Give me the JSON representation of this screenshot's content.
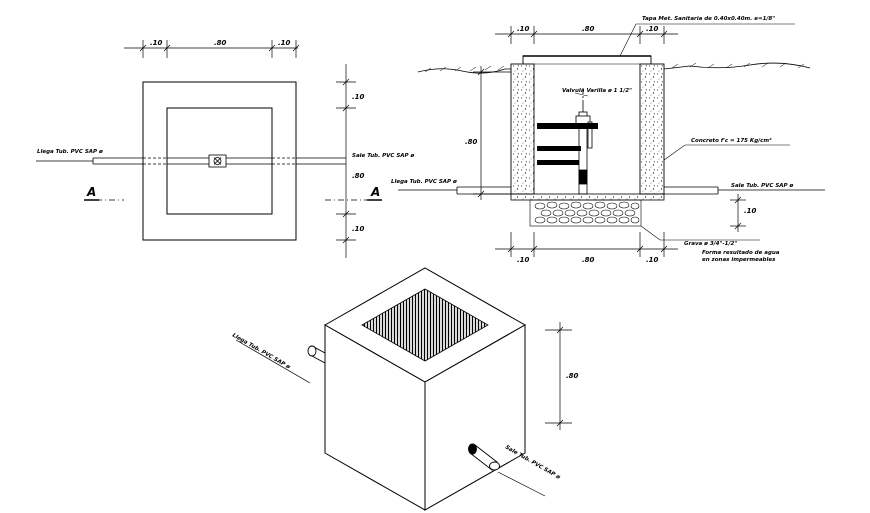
{
  "plan_view": {
    "dim_top": [
      ".10",
      ".80",
      ".10"
    ],
    "dim_right": [
      ".10",
      ".80",
      ".10"
    ],
    "inlet_label": "Llega Tub. PVC SAP ø",
    "outlet_label": "Sale Tub. PVC SAP ø",
    "section_mark_left": "A",
    "section_mark_right": "A"
  },
  "section_view": {
    "dim_top": [
      ".10",
      ".80",
      ".10"
    ],
    "dim_bottom": [
      ".10",
      ".80",
      ".10"
    ],
    "dim_height": ".80",
    "dim_base": ".10",
    "cover_label": "Tapa Met. Sanitaria de 0.40x0.40m. e=1/8\"",
    "valve_label": "Valvula Varilla ø 1 1/2\"",
    "concrete_label": "Concreto f'c = 175 Kg/cm²",
    "outlet_label": "Sale Tub. PVC SAP ø",
    "gravel_label_1": "Grava ø 3/4\"-1/2\"",
    "gravel_label_2": "Forma resultado de agua",
    "gravel_label_3": "en zonas impermeables"
  },
  "iso_view": {
    "inlet_label": "Llega Tub. PVC SAP ø",
    "outlet_label": "Sale Tub. PVC SAP ø",
    "dim_height": ".80"
  }
}
